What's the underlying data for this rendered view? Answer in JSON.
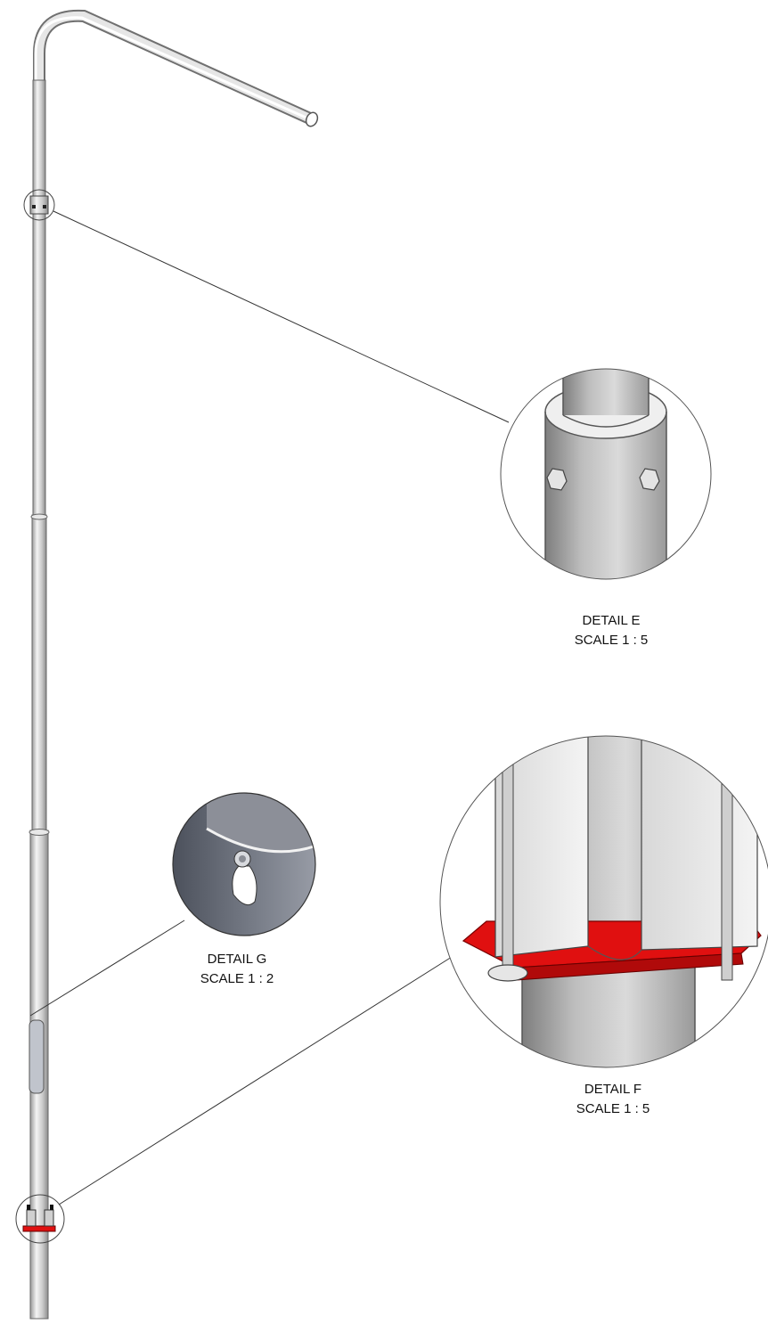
{
  "details": [
    {
      "id": "E",
      "title": "DETAIL E",
      "scale": "SCALE 1 : 5"
    },
    {
      "id": "G",
      "title": "DETAIL G",
      "scale": "SCALE 1 : 2"
    },
    {
      "id": "F",
      "title": "DETAIL F",
      "scale": "SCALE 1 : 5"
    }
  ],
  "colors": {
    "pole_light": "#f2f2f2",
    "pole_mid": "#c4c4c4",
    "pole_dark": "#8a8a8a",
    "bracket_red": "#e01010",
    "outline": "#555555"
  }
}
